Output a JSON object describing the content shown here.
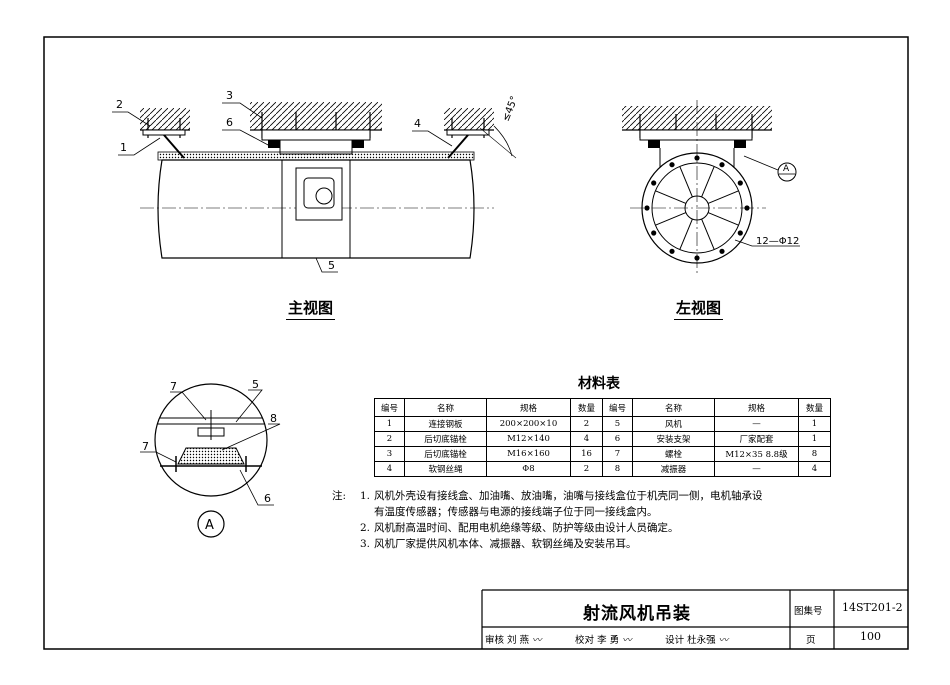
{
  "views": {
    "main_view_caption": "主视图",
    "left_view_caption": "左视图",
    "angle_label": "≤45°",
    "hole_note": "12—Φ12",
    "section_marker": "A",
    "detail_marker": "A"
  },
  "callouts": {
    "main": [
      "2",
      "1",
      "3",
      "6",
      "4",
      "5"
    ],
    "detail": [
      "7",
      "5",
      "8",
      "7",
      "6"
    ]
  },
  "materials": {
    "title": "材料表",
    "headers": [
      "编号",
      "名称",
      "规格",
      "数量",
      "编号",
      "名称",
      "规格",
      "数量"
    ],
    "rows": [
      [
        "1",
        "连接钢板",
        "200×200×10",
        "2",
        "5",
        "风机",
        "—",
        "1"
      ],
      [
        "2",
        "后切底锚栓",
        "M12×140",
        "4",
        "6",
        "安装支架",
        "厂家配套",
        "1"
      ],
      [
        "3",
        "后切底锚栓",
        "M16×160",
        "16",
        "7",
        "螺栓",
        "M12×35 8.8级",
        "8"
      ],
      [
        "4",
        "软钢丝绳",
        "Φ8",
        "2",
        "8",
        "减振器",
        "—",
        "4"
      ]
    ]
  },
  "notes": {
    "label": "注:",
    "items": [
      {
        "num": "1.",
        "text": "风机外壳设有接线盒、加油嘴、放油嘴，油嘴与接线盒位于机壳同一侧，电机轴承设"
      },
      {
        "num": "",
        "text": "有温度传感器；传感器与电源的接线端子位于同一接线盒内。"
      },
      {
        "num": "2.",
        "text": "风机耐高温时间、配用电机绝缘等级、防护等级由设计人员确定。"
      },
      {
        "num": "3.",
        "text": "风机厂家提供风机本体、减振器、软钢丝绳及安装吊耳。"
      }
    ]
  },
  "title_block": {
    "drawing_title": "射流风机吊装",
    "atlas_label": "图集号",
    "atlas_no": "14ST201-2",
    "page_label": "页",
    "page_no": "100",
    "review_label": "审核",
    "reviewer": "刘 燕",
    "check_label": "校对",
    "checker": "李 勇",
    "design_label": "设计",
    "designer": "杜永强"
  }
}
